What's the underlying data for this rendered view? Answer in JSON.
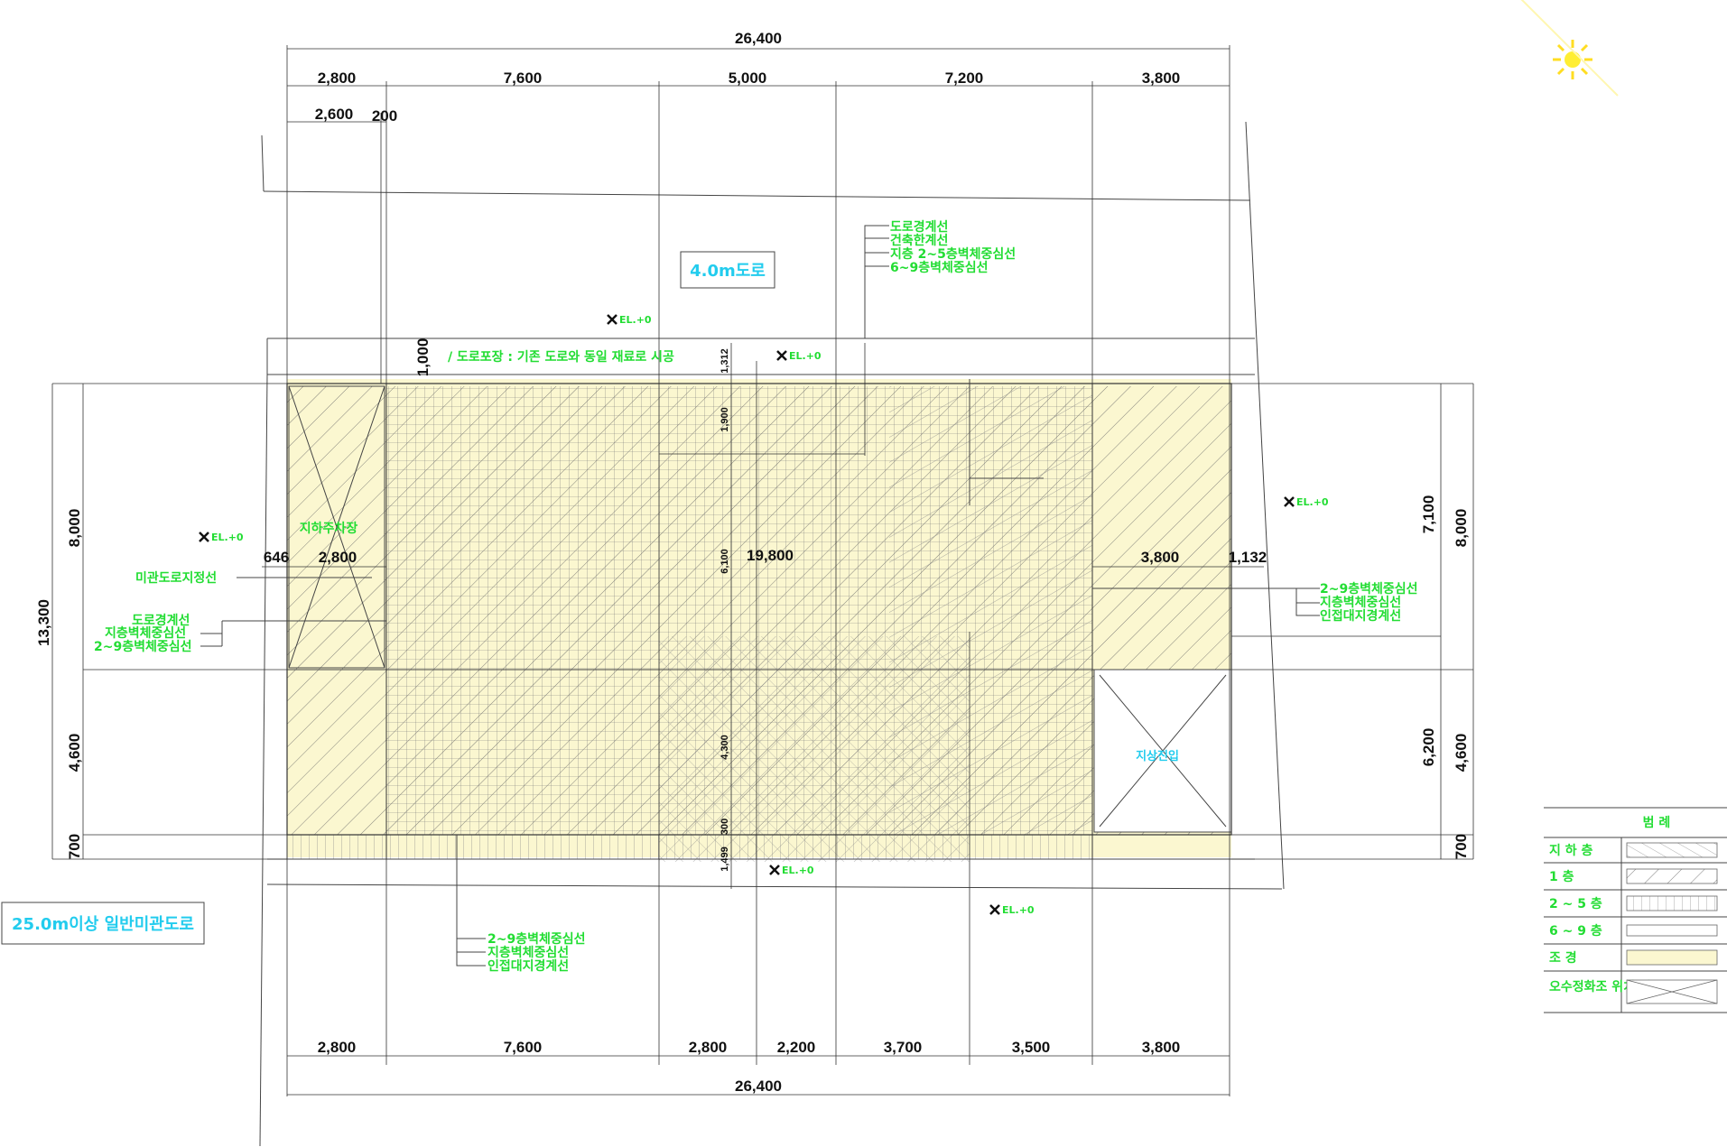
{
  "dims_top": {
    "total": "26,400",
    "segments": [
      "2,800",
      "7,600",
      "5,000",
      "7,200",
      "3,800"
    ],
    "sub_a": "2,600",
    "sub_b": "200"
  },
  "dims_bottom": {
    "total": "26,400",
    "segments": [
      "2,800",
      "7,600",
      "2,800",
      "2,200",
      "3,700",
      "3,500",
      "3,800"
    ]
  },
  "dims_left": {
    "total": "13,300",
    "upper": "8,000",
    "lower": "4,600",
    "base": "700"
  },
  "dims_right": {
    "upper_outer": "8,000",
    "upper_inner": "7,100",
    "lower_outer": "4,600",
    "lower_inner": "6,200",
    "base": "700"
  },
  "dims_inner": {
    "left_small": "646",
    "left_span": "2,800",
    "center_span": "19,800",
    "right_span": "3,800",
    "right_small": "1,132",
    "v_top": "1,000",
    "v_a": "1,312",
    "v_b": "1,900",
    "v_c": "6,100",
    "v_d": "4,300",
    "v_e": "300",
    "v_f": "1,499"
  },
  "road_top_label": "4.0m도로",
  "road_bottom_label": "25.0m이상 일반미관도로",
  "pavement_note": "/ 도로포장 : 기존 도로와 동일 재료로 시공",
  "parking_label": "지하주차장",
  "entrance_label": "지상진입",
  "elev_label": "EL.+0",
  "setback_top": [
    "도로경계선",
    "건축한계선",
    "지층 2~5층벽체중심선",
    "6~9층벽체중심선"
  ],
  "setback_left_single": "미관도로지정선",
  "setback_left": [
    "도로경계선",
    "지층벽체중심선",
    "2~9층벽체중심선"
  ],
  "setback_right": [
    "2~9층벽체중심선",
    "지층벽체중심선",
    "인접대지경계선"
  ],
  "setback_bottom": [
    "2~9층벽체중심선",
    "지층벽체중심선",
    "인접대지경계선"
  ],
  "legend": {
    "title": "범 례",
    "rows": [
      {
        "label": "지 하 층"
      },
      {
        "label": "1 층"
      },
      {
        "label": "2 ~ 5 층"
      },
      {
        "label": "6 ~ 9 층"
      },
      {
        "label": "조 경"
      },
      {
        "label": "오수정화조 위치 저수조"
      }
    ]
  },
  "colors": {
    "green": "#22dd33",
    "cyan": "#22ccee",
    "yellow": "#f5f099",
    "line": "#333333"
  }
}
